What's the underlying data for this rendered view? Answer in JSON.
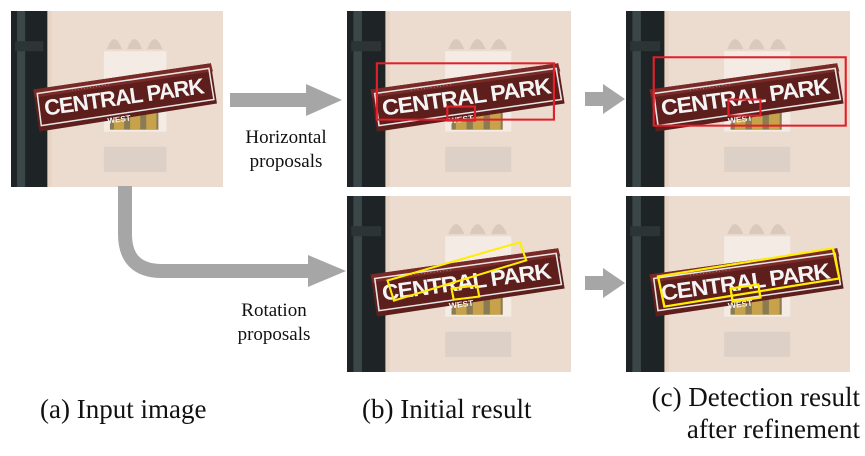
{
  "photo": {
    "sign_main_text": "CENTRAL PARK",
    "sign_sub_text": "WEST",
    "sign_top_text": "· · · · · · · · · · · · ·"
  },
  "labels": {
    "horizontal_line1": "Horizontal",
    "horizontal_line2": "proposals",
    "rotation_line1": "Rotation",
    "rotation_line2": "proposals"
  },
  "captions": {
    "a": "(a) Input image",
    "b": "(b) Initial result",
    "c_line1": "(c) Detection result",
    "c_line2": "after refinement"
  },
  "colors": {
    "horizontal_box": "#e0202a",
    "rotation_box": "#ffee00",
    "arrow": "#a6a6a6"
  }
}
